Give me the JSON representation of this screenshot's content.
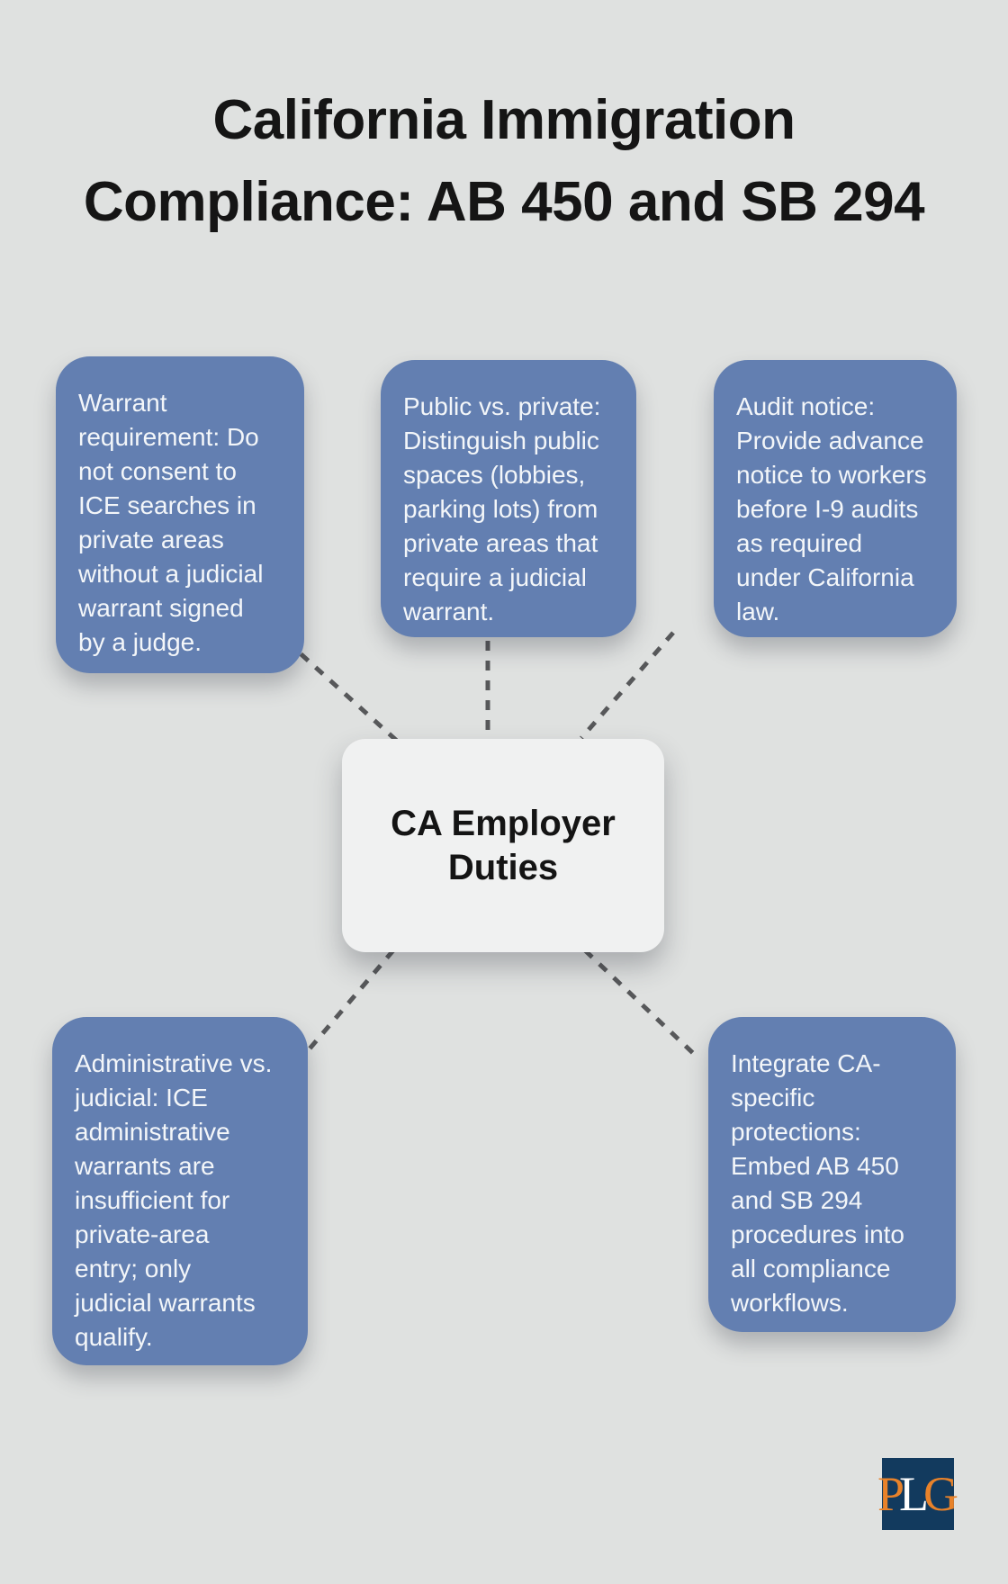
{
  "title": "California Immigration\nCompliance: AB 450 and SB 294",
  "center": {
    "label": "CA Employer\nDuties"
  },
  "cards": [
    {
      "name": "warrant-requirement",
      "text": "Warrant\nrequirement: Do\nnot consent to\nICE searches in\nprivate areas\nwithout a judicial\nwarrant signed\nby a judge."
    },
    {
      "name": "public-vs-private",
      "text": "Public vs. private:\nDistinguish public\nspaces (lobbies,\nparking lots) from\nprivate areas that\nrequire a judicial\nwarrant."
    },
    {
      "name": "audit-notice",
      "text": "Audit notice:\nProvide advance\nnotice to workers\nbefore I-9 audits\nas required\nunder California\nlaw."
    },
    {
      "name": "administrative-vs-judicial",
      "text": "Administrative vs.\njudicial: ICE\nadministrative\nwarrants are\ninsufficient for\nprivate-area\nentry; only\njudicial warrants\nqualify."
    },
    {
      "name": "integrate-ca-protections",
      "text": "Integrate CA-\nspecific\nprotections:\nEmbed AB 450\nand SB 294\nprocedures into\nall compliance\nworkflows."
    }
  ],
  "logo": {
    "p": "P",
    "l": "L",
    "g": "G"
  },
  "colors": {
    "background": "#dfe1e0",
    "card_blue": "#637fb1",
    "card_text": "#f3f6f9",
    "connector_gray": "#57585a",
    "center_node_bg": "#f0f1f1",
    "logo_navy": "#123a5e",
    "logo_orange": "#e8822a",
    "logo_white": "#ffffff"
  }
}
